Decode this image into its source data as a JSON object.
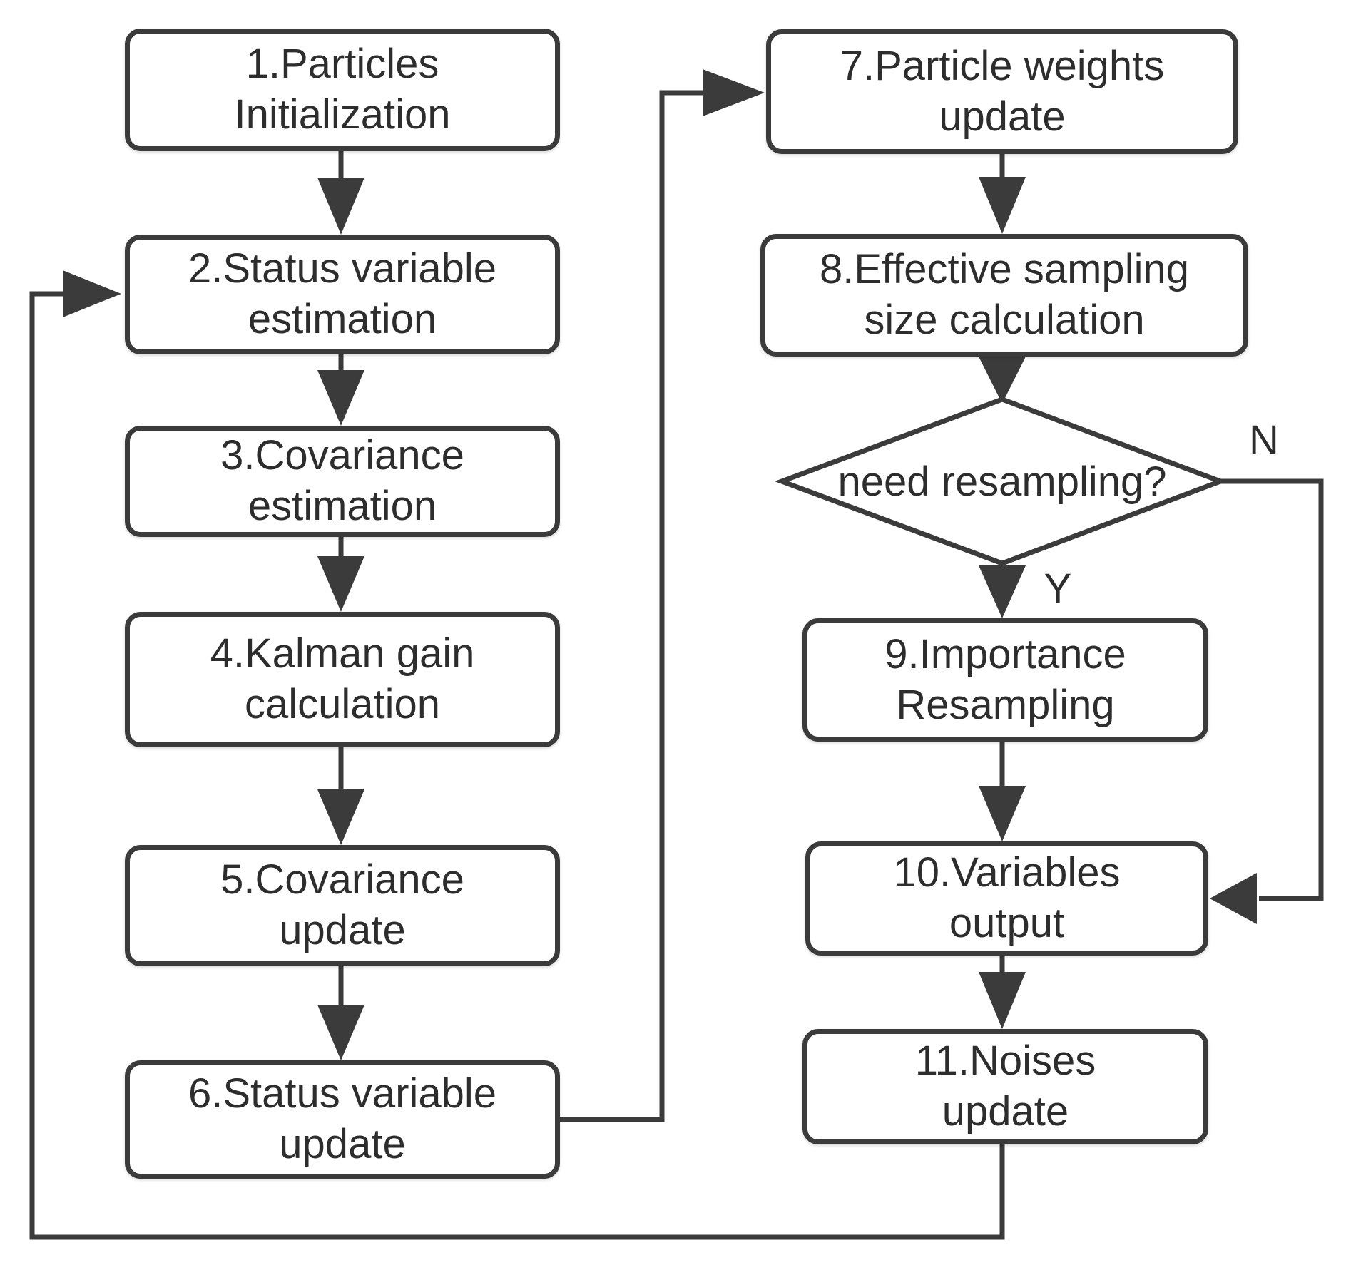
{
  "figure": {
    "type": "flowchart",
    "background": "#ffffff"
  },
  "colors": {
    "line": "#3b3b3b",
    "box_border": "#3b3b3b",
    "box_fill": "#ffffff",
    "text": "#2d2d2d"
  },
  "nodes": [
    {
      "id": "1",
      "label": [
        "1.Particles",
        "Initialization"
      ]
    },
    {
      "id": "2",
      "label": [
        "2.Status variable",
        "estimation"
      ]
    },
    {
      "id": "3",
      "label": [
        "3.Covariance",
        "estimation"
      ]
    },
    {
      "id": "4",
      "label": [
        "4.Kalman gain",
        "calculation"
      ]
    },
    {
      "id": "5",
      "label": [
        "5.Covariance",
        "update"
      ]
    },
    {
      "id": "6",
      "label": [
        "6.Status variable",
        "update"
      ]
    },
    {
      "id": "7",
      "label": [
        "7.Particle weights",
        "update"
      ]
    },
    {
      "id": "8",
      "label": [
        "8.Effective sampling",
        "size calculation"
      ]
    },
    {
      "id": "9",
      "label": [
        "9.Importance",
        "Resampling"
      ]
    },
    {
      "id": "10",
      "label": [
        "10.Variables",
        "output"
      ]
    },
    {
      "id": "11",
      "label": [
        "11.Noises",
        "update"
      ]
    }
  ],
  "decision": {
    "label": "need resampling?",
    "yes_label": "Y",
    "no_label": "N"
  }
}
